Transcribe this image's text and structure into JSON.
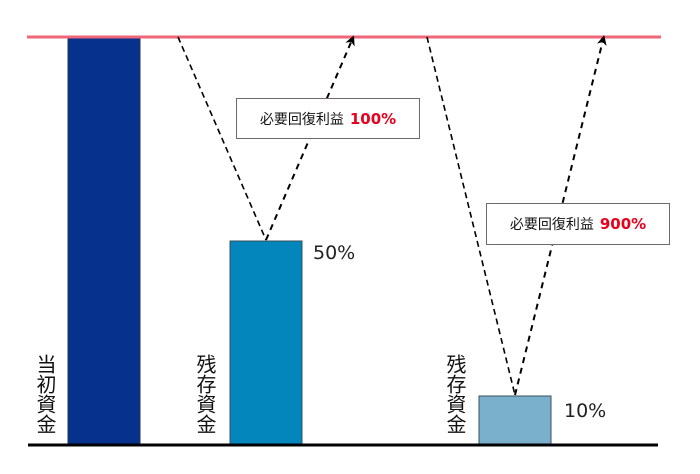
{
  "chart_data": {
    "type": "bar",
    "title": "",
    "categories": [
      "当初資金",
      "残存資金",
      "残存資金"
    ],
    "values": [
      100,
      50,
      10
    ],
    "value_labels": [
      "",
      "50%",
      "10%"
    ],
    "reference_line": {
      "value": 100,
      "color": "#ee6677"
    },
    "annotations": [
      {
        "text": "必要回復利益",
        "value": "100%",
        "from_bar": 1
      },
      {
        "text": "必要回復利益",
        "value": "900%",
        "from_bar": 2
      }
    ],
    "colors": [
      "#06318c",
      "#0386bc",
      "#7ab0cb"
    ]
  },
  "bars": [
    {
      "label": "当初資金",
      "pct": "",
      "color": "#06318c"
    },
    {
      "label": "残存資金",
      "pct": "50%",
      "color": "#0386bc"
    },
    {
      "label": "残存資金",
      "pct": "10%",
      "color": "#7ab0cb"
    }
  ],
  "callouts": [
    {
      "text": "必要回復利益",
      "value": "100%"
    },
    {
      "text": "必要回復利益",
      "value": "900%"
    }
  ],
  "colors": {
    "target_line": "#ee6677",
    "highlight": "#e8001c",
    "baseline": "#000000"
  }
}
